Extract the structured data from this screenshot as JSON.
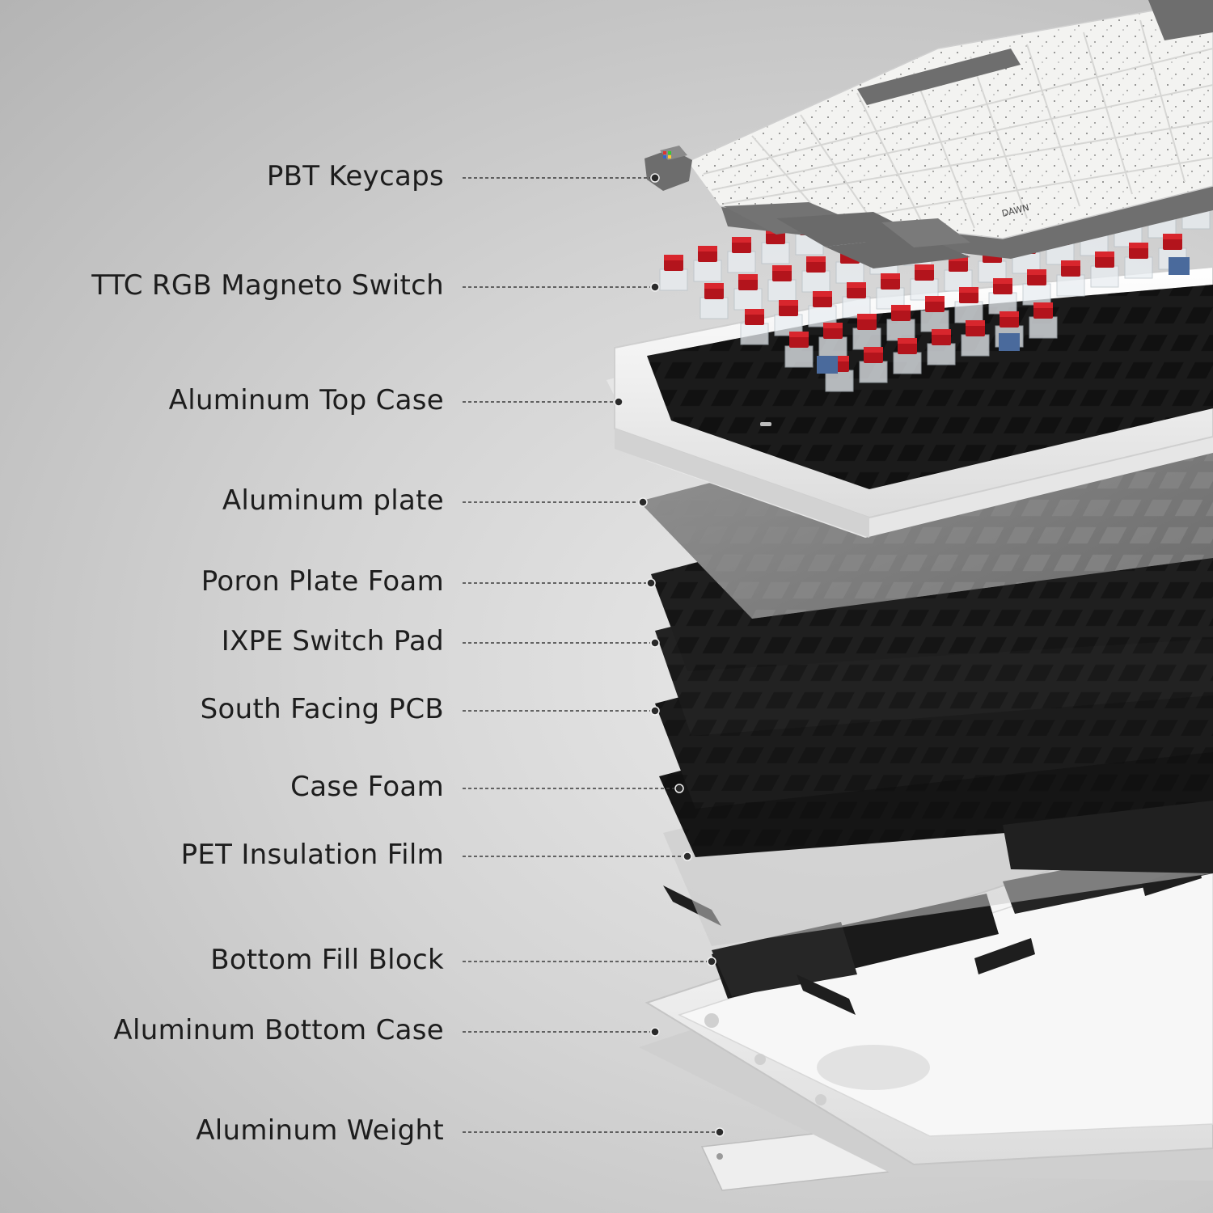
{
  "labels": [
    "PBT Keycaps",
    "TTC RGB Magneto Switch",
    "Aluminum Top Case",
    "Aluminum plate",
    "Poron Plate Foam",
    "IXPE Switch Pad",
    "South Facing PCB",
    "Case Foam",
    "PET Insulation Film",
    "Bottom Fill Block",
    "Aluminum Bottom Case",
    "Aluminum Weight"
  ],
  "keycap_brand": "DAWN",
  "colors": {
    "keycap_white": "#f2f2f0",
    "keycap_gray": "#7d7d7d",
    "switch_red": "#b3141c",
    "case_white": "#f4f4f4",
    "plate_gray": "#8a8a8a",
    "foam_black": "#1c1c1c"
  }
}
